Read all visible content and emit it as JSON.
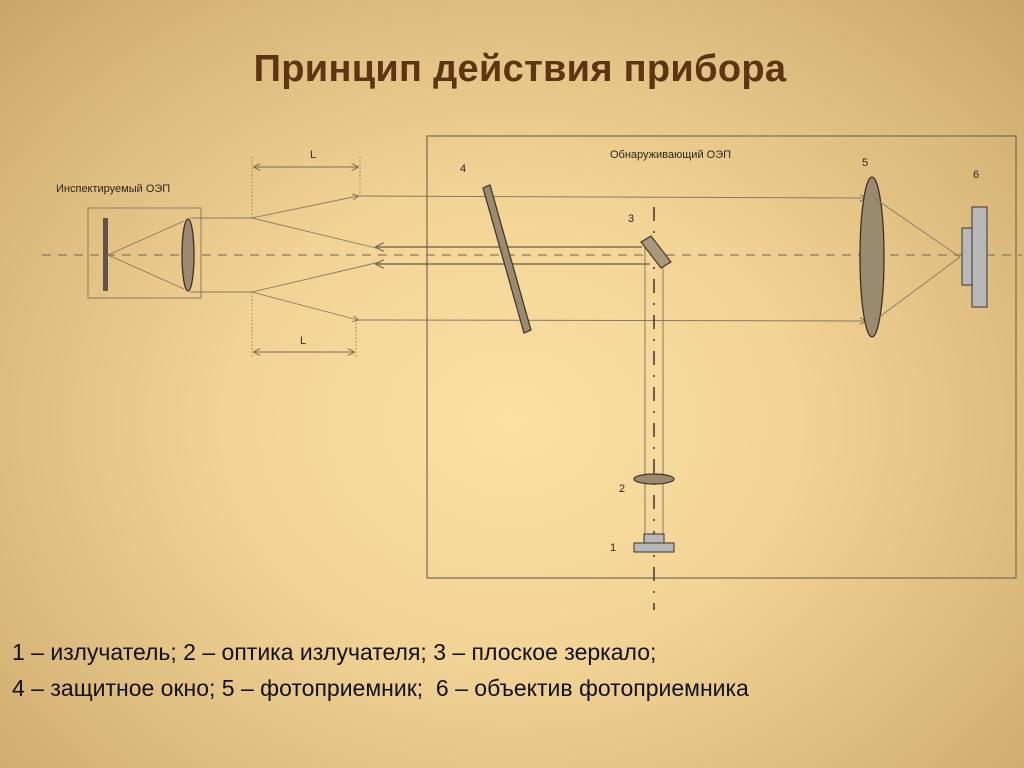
{
  "title": "Принцип действия прибора",
  "diagram": {
    "inspected_label": "Инспектируемый ОЭП",
    "detecting_label": "Обнаруживающий ОЭП",
    "dimension_label_top": "L",
    "dimension_label_bottom": "L",
    "marker_1": "1",
    "marker_2": "2",
    "marker_3": "3",
    "marker_4": "4",
    "marker_5": "5",
    "marker_6": "6"
  },
  "legend": {
    "line1": "1 – излучатель; 2 – оптика излучателя; 3 – плоское зеркало;",
    "line2": "4 – защитное окно; 5 – фотоприемник;  6 – объектив фотоприемника"
  },
  "colors": {
    "title": "#5e3512",
    "lines": "#8a7050",
    "component_fill": "#9a8a70",
    "box": "#7a6850"
  }
}
